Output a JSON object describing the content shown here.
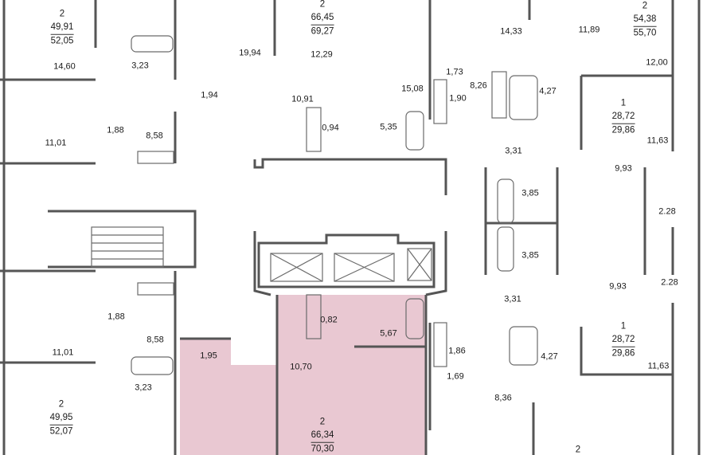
{
  "colors": {
    "wall": "#555555",
    "line": "#6b6b6b",
    "highlight": "#e9c8d2",
    "background": "#ffffff"
  },
  "apartments": [
    {
      "id": "apt-top-left",
      "rooms": "2",
      "living_area": "49,91",
      "total_area": "52,05"
    },
    {
      "id": "apt-top-center",
      "rooms": "2",
      "living_area": "66,45",
      "total_area": "69,27"
    },
    {
      "id": "apt-top-right",
      "rooms": "2",
      "living_area": "54,38",
      "total_area": "55,70"
    },
    {
      "id": "apt-right-upper",
      "rooms": "1",
      "living_area": "28,72",
      "total_area": "29,86"
    },
    {
      "id": "apt-right-lower",
      "rooms": "1",
      "living_area": "28,72",
      "total_area": "29,86"
    },
    {
      "id": "apt-bottom-left",
      "rooms": "2",
      "living_area": "49,95",
      "total_area": "52,07"
    },
    {
      "id": "apt-highlighted",
      "rooms": "2",
      "living_area": "66,34",
      "total_area": "70,30"
    },
    {
      "id": "apt-bottom-right",
      "rooms": "2"
    }
  ],
  "room_areas": [
    "14,60",
    "3,23",
    "11,01",
    "1,88",
    "8,58",
    "19,94",
    "1,94",
    "12,29",
    "10,91",
    "0,94",
    "5,35",
    "15,08",
    "14,33",
    "11,89",
    "12,00",
    "1,73",
    "1,90",
    "8,26",
    "4,27",
    "11,63",
    "3,31",
    "9,93",
    "3,85",
    "2.28",
    "3,85",
    "2.28",
    "9,93",
    "3,31",
    "4,27",
    "11,63",
    "1,88",
    "8,58",
    "11,01",
    "3,23",
    "0,82",
    "5,67",
    "1,95",
    "10,70",
    "1,86",
    "1,69",
    "8,36"
  ]
}
